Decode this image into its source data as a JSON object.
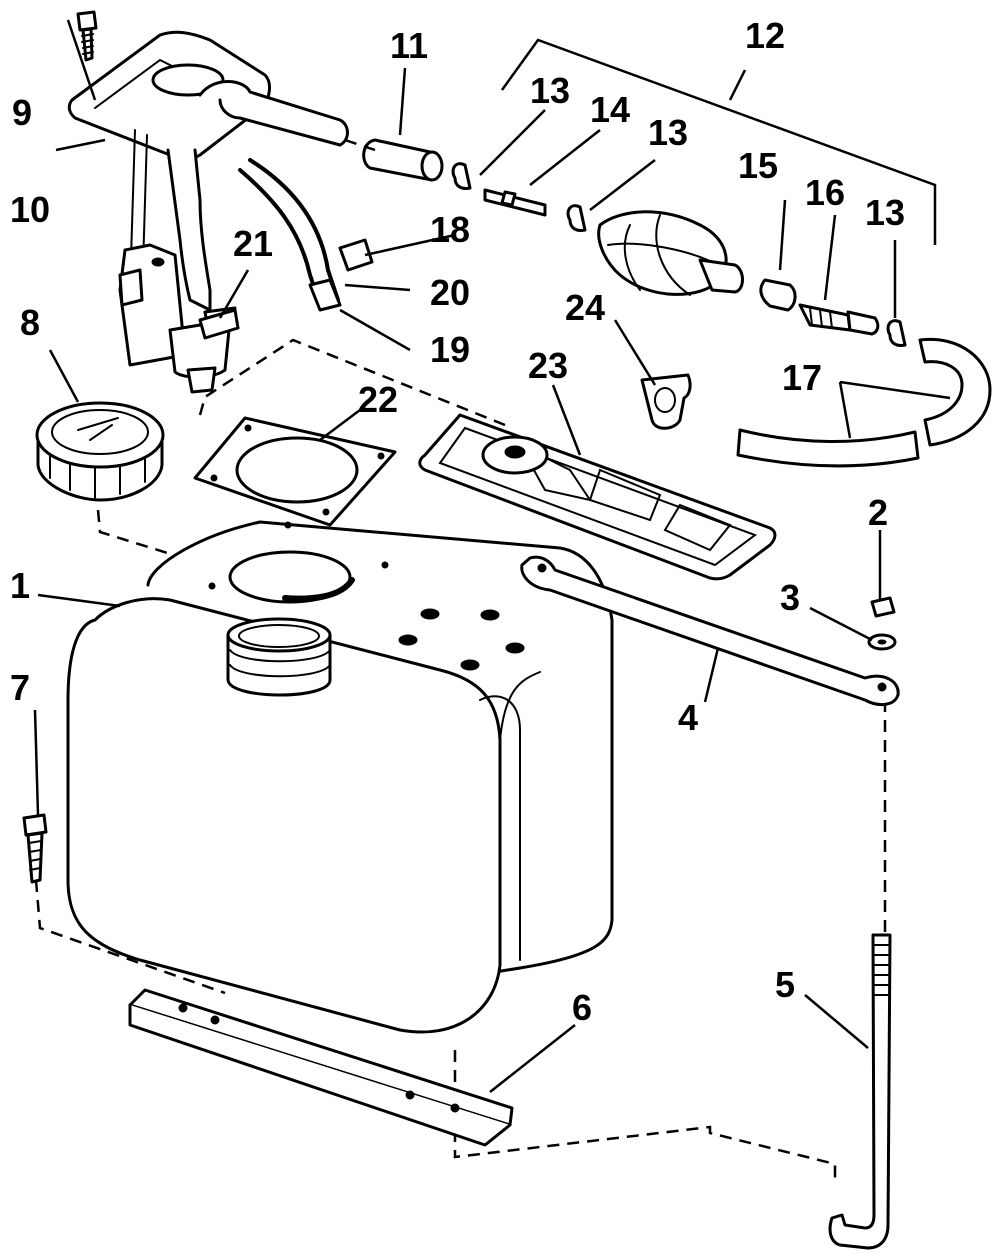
{
  "callouts": {
    "c1": "1",
    "c2": "2",
    "c3": "3",
    "c4": "4",
    "c5": "5",
    "c6": "6",
    "c7": "7",
    "c8": "8",
    "c9": "9",
    "c10": "10",
    "c11": "11",
    "c12": "12",
    "c13a": "13",
    "c13b": "13",
    "c13c": "13",
    "c14": "14",
    "c15": "15",
    "c16": "16",
    "c17": "17",
    "c18": "18",
    "c19": "19",
    "c20": "20",
    "c21": "21",
    "c22": "22",
    "c23": "23",
    "c24": "24"
  }
}
